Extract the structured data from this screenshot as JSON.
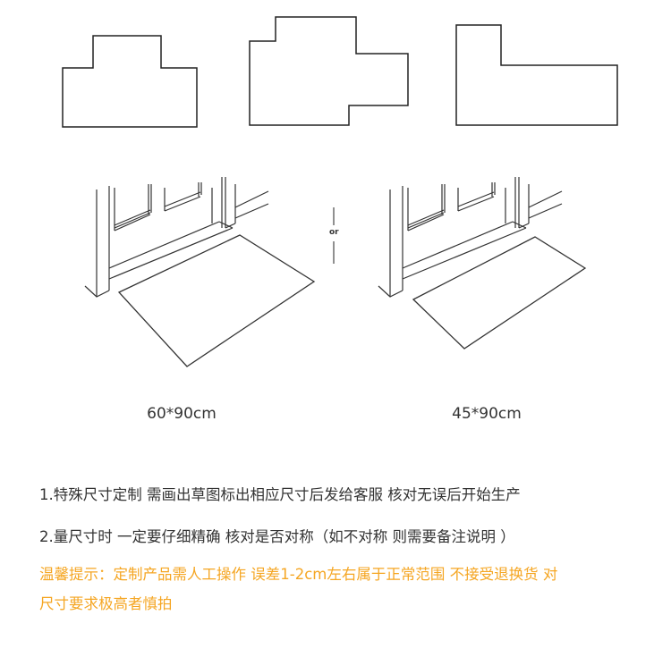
{
  "sizes": {
    "left": "60*90cm",
    "right": "45*90cm",
    "or": "or"
  },
  "notes": {
    "line1": "1.特殊尺寸定制 需画出草图标出相应尺寸后发给客服 核对无误后开始生产",
    "line2": "2.量尺寸时 一定要仔细精确 核对是否对称（如不对称 则需要备注说明 ）",
    "warning1": "温馨提示：定制产品需人工操作 误差1-2cm左右属于正常范围 不接受退换货 对",
    "warning2": "尺寸要求极高者慎拍"
  },
  "colors": {
    "warning": "#f5a623",
    "text": "#333333"
  }
}
